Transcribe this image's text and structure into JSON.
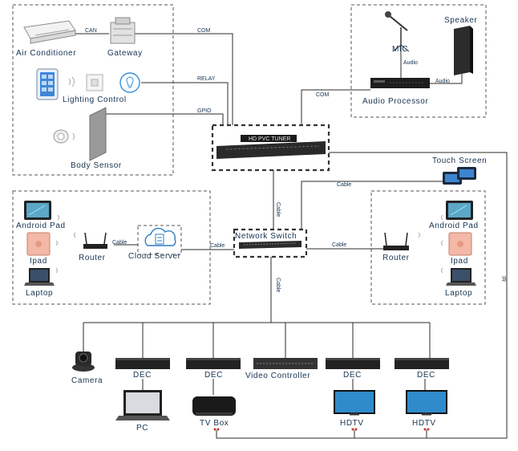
{
  "devices": {
    "air_conditioner": "Air Conditioner",
    "gateway": "Gateway",
    "lighting_control": "Lighting Control",
    "body_sensor": "Body Sensor",
    "mic": "MIC",
    "speaker": "Speaker",
    "audio_processor": "Audio Processor",
    "touch_screen": "Touch Screen",
    "network_switch": "Network Switch",
    "cloud_server": "Cloud Server",
    "left_android_pad": "Android Pad",
    "left_ipad": "Ipad",
    "left_laptop": "Laptop",
    "left_router": "Router",
    "right_android_pad": "Android Pad",
    "right_ipad": "Ipad",
    "right_laptop": "Laptop",
    "right_router": "Router",
    "camera": "Camera",
    "dec_1": "DEC",
    "dec_2": "DEC",
    "video_controller": "Video Controller",
    "dec_3": "DEC",
    "dec_4": "DEC",
    "pc": "PC",
    "tv_box": "TV Box",
    "hdtv_1": "HDTV",
    "hdtv_2": "HDTV",
    "central_device_text": "HD PVC TUNER"
  },
  "connections": {
    "can": "CAN",
    "com_top": "COM",
    "relay": "RELAY",
    "gpio": "GPIO",
    "com_audio": "COM",
    "audio_1": "Audio",
    "audio_2": "Audio",
    "cable_touch": "Cable",
    "cable_central": "Cable",
    "cable_left": "Cable",
    "cable_server": "Cable",
    "cable_right": "Cable",
    "cable_down": "Cable",
    "ir": "IR"
  }
}
